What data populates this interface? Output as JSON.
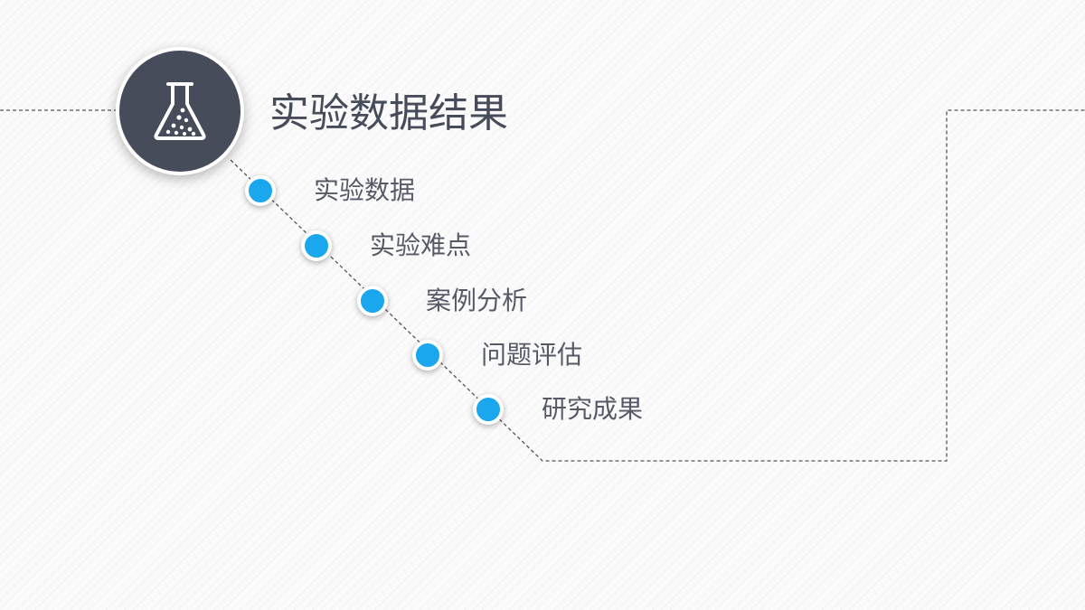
{
  "title": "实验数据结果",
  "header_icon": "flask-icon",
  "items": [
    {
      "label": "实验数据"
    },
    {
      "label": "实验难点"
    },
    {
      "label": "案例分析"
    },
    {
      "label": "问题评估"
    },
    {
      "label": "研究成果"
    }
  ],
  "colors": {
    "icon_circle": "#474c5b",
    "dot": "#1aa7ee",
    "title_text": "#474c5b",
    "item_text": "#555a66",
    "connector": "#555555"
  }
}
